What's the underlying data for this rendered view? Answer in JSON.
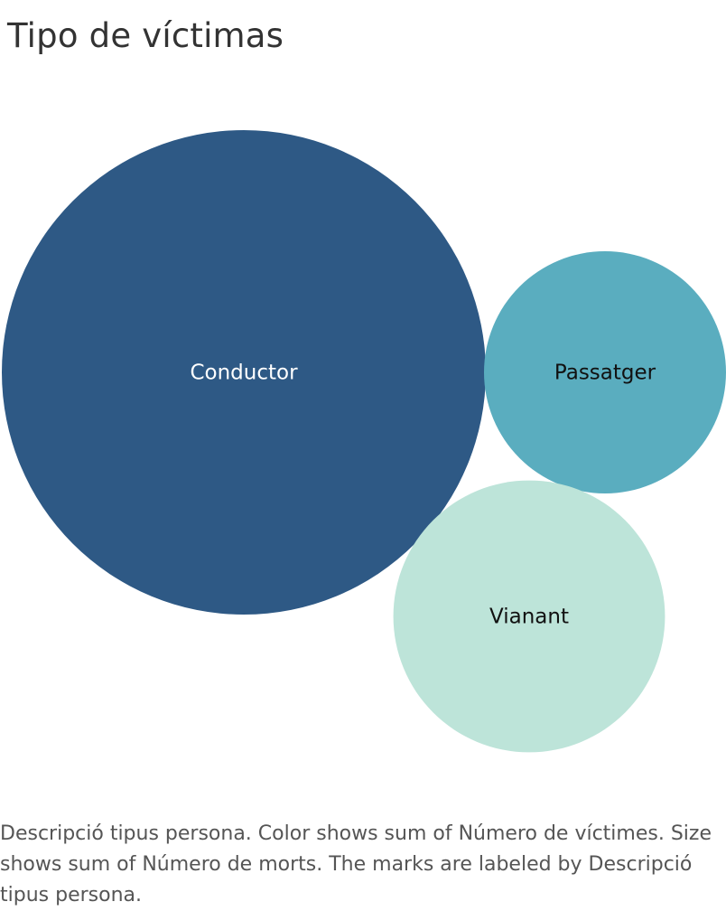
{
  "title": "Tipo de víctimas",
  "caption": "Descripció tipus persona.  Color shows sum of Número de víctimes. Size shows sum of Número de morts.  The marks are labeled by Descripció tipus persona.",
  "chart_data": {
    "type": "bubble",
    "title": "Tipo de víctimas",
    "label_field": "Descripció tipus persona",
    "color_measure": "Número de víctimes",
    "size_measure": "Número de morts",
    "values_shown": false,
    "bubbles": [
      {
        "label": "Conductor",
        "relative_size": 1.0,
        "color": "#2e5985",
        "label_color": "#ffffff"
      },
      {
        "label": "Passatger",
        "relative_size": 0.25,
        "color": "#5aadbf",
        "label_color": "#111111"
      },
      {
        "label": "Vianant",
        "relative_size": 0.315,
        "color": "#bde4d9",
        "label_color": "#111111"
      }
    ]
  }
}
